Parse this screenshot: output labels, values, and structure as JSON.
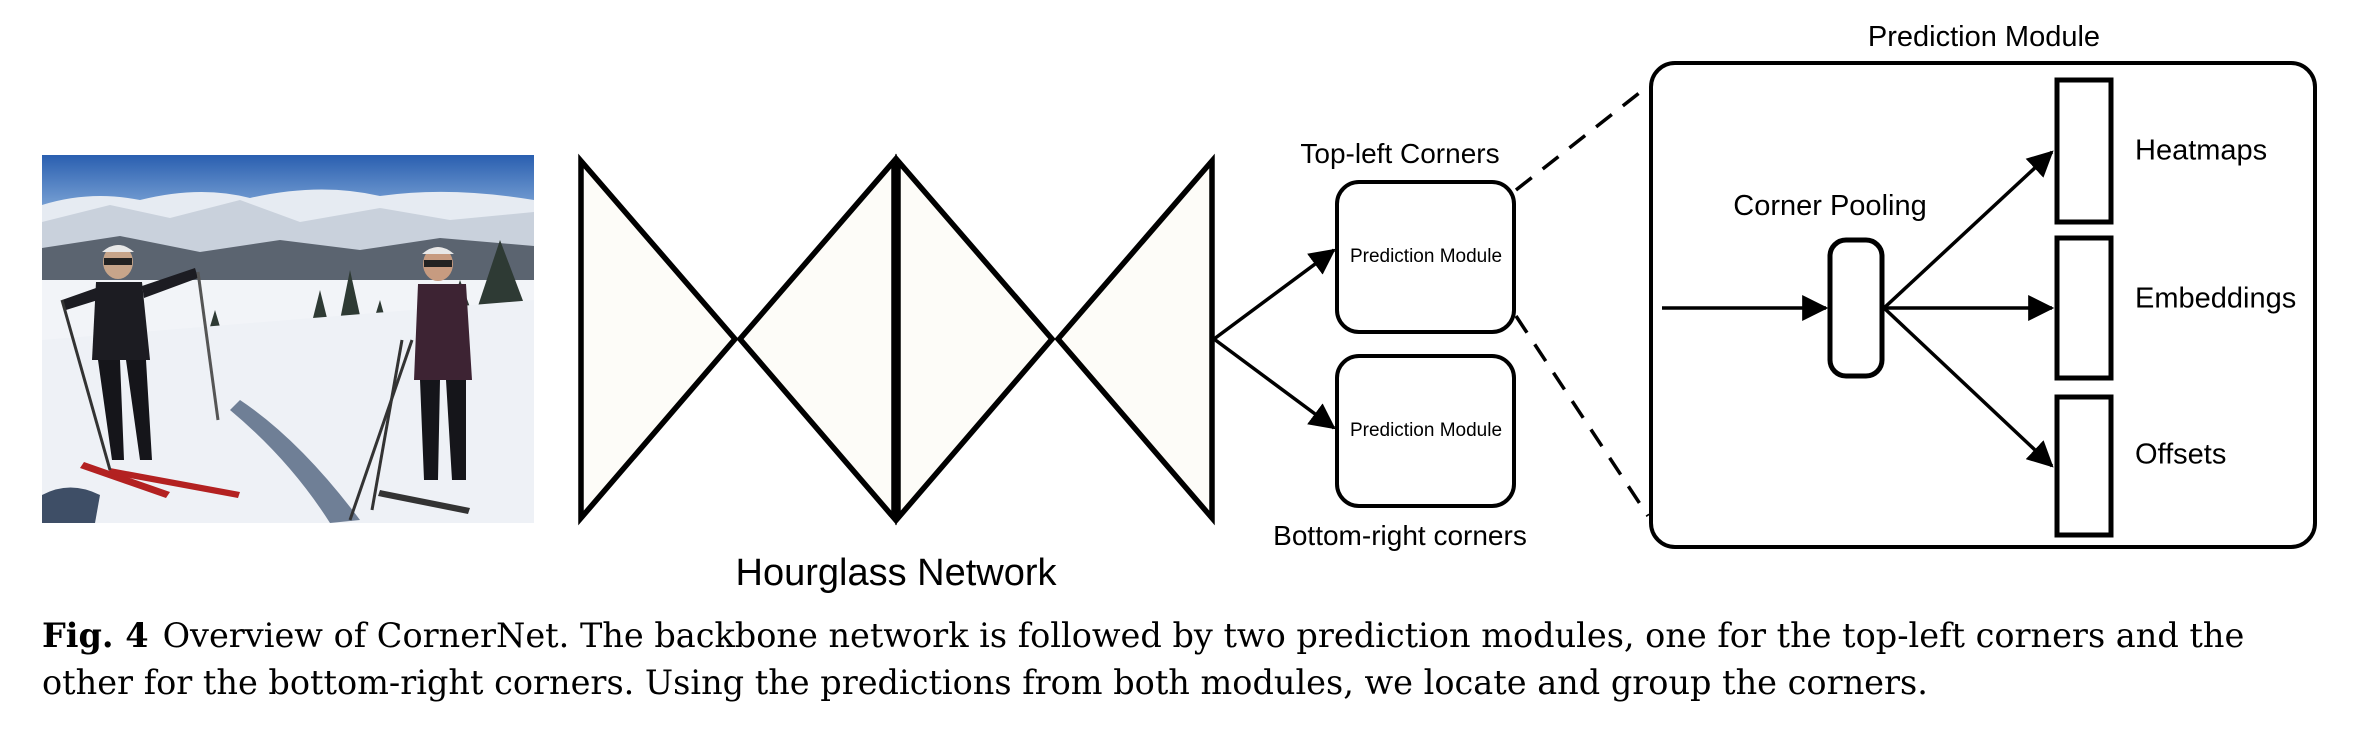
{
  "diagram": {
    "hourglass_label": "Hourglass Network",
    "top_left_label": "Top-left Corners",
    "bottom_right_label": "Bottom-right corners",
    "small_module_top": "Prediction Module",
    "small_module_bottom": "Prediction Module",
    "detail_title": "Prediction Module",
    "corner_pooling_label": "Corner Pooling",
    "outputs": [
      "Heatmaps",
      "Embeddings",
      "Offsets"
    ]
  },
  "caption": {
    "label": "Fig. 4",
    "text": "Overview of CornerNet. The backbone network is followed by two prediction modules, one for the top-left corners and the other for the bottom-right corners. Using the predictions from both modules, we locate and group the corners."
  },
  "colors": {
    "sky": "#3b6fb8",
    "snow": "#eef1f6",
    "stroke": "#000000"
  }
}
